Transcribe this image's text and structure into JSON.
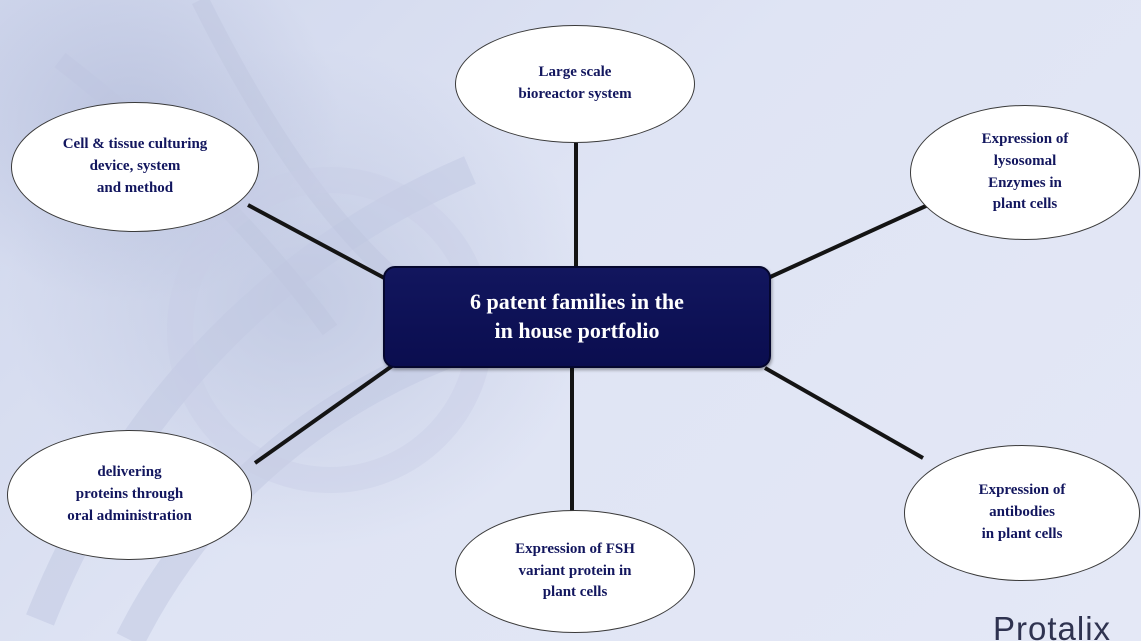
{
  "hub": {
    "text": "6 patent families in the\nin house portfolio"
  },
  "nodes": {
    "bioreactor": "Large scale\nbioreactor system",
    "cell_culture": "Cell & tissue culturing\ndevice,  system\nand method",
    "lysosomal": "Expression of\nlysosomal\nEnzymes in\nplant cells",
    "oral": "delivering\nproteins through\noral administration",
    "antibodies": "Expression of\nantibodies\nin plant cells",
    "fsh": "Expression of FSH\nvariant protein in\nplant cells"
  },
  "logo": {
    "text": "Protalix"
  },
  "colors": {
    "hub_fill": "#0a0d4f",
    "node_text": "#12165e",
    "background": "#dfe4f4"
  }
}
